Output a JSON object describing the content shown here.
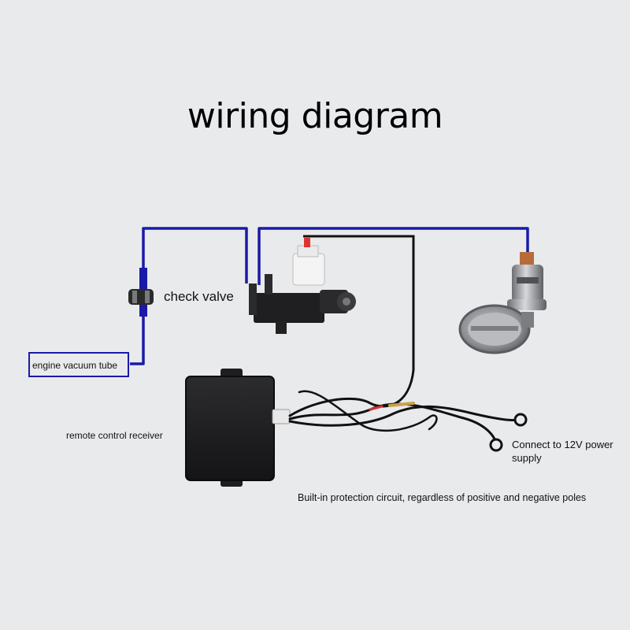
{
  "title": "wiring diagram",
  "labels": {
    "check_valve": "check valve",
    "engine_vacuum_tube": "engine vacuum tube",
    "remote_control_receiver": "remote control receiver",
    "power_supply": "Connect to 12V power supply",
    "protection_circuit": "Built-in protection circuit, regardless of positive and negative poles"
  },
  "colors": {
    "background": "#e9eaec",
    "vacuum_hose": "#1a1aa8",
    "wire": "#111111",
    "receiver_body": "#222222",
    "valve_metal": "#9a9ca0"
  }
}
